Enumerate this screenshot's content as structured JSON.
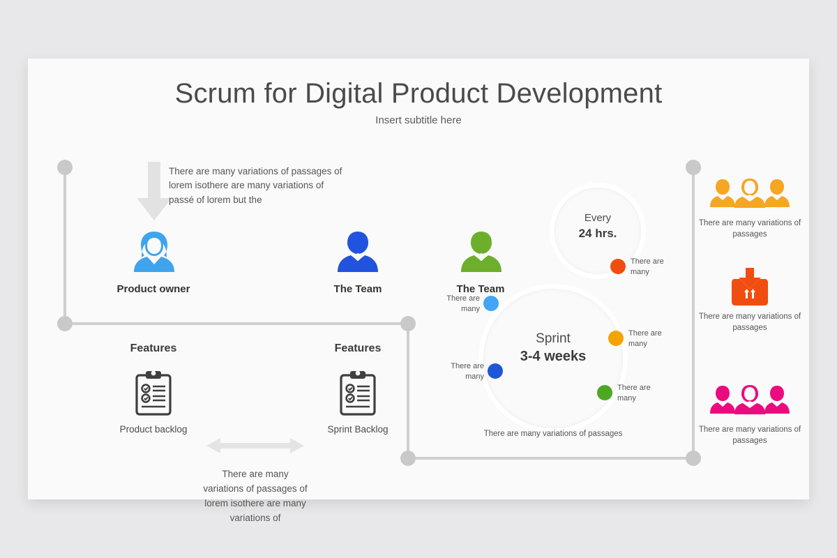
{
  "slide": {
    "title": "Scrum for Digital Product Development",
    "subtitle": "Insert subtitle here"
  },
  "intro_text": "There are many variations of passages of lorem isothere are many variations of passé of lorem but the",
  "roles": [
    {
      "label": "Product owner",
      "icon": "female-user-icon",
      "color": "#40A4EC"
    },
    {
      "label": "The Team",
      "icon": "male-user-icon",
      "color": "#2253DE"
    },
    {
      "label": "The Team",
      "icon": "male-user-icon",
      "color": "#6DAF2A"
    }
  ],
  "backlog": {
    "left_heading": "Features",
    "right_heading": "Features",
    "left_caption": "Product backlog",
    "right_caption": "Sprint Backlog",
    "middle_text": "There are many variations of passages of lorem isothere are many variations of",
    "arrow_icon": "double-arrow-icon",
    "clipboard_icon": "clipboard-checklist-icon"
  },
  "daily_ring": {
    "line1": "Every",
    "line2": "24 hrs.",
    "dot": {
      "label": "There are many",
      "color": "#F04E10"
    }
  },
  "sprint_ring": {
    "line1": "Sprint",
    "line2": "3-4 weeks",
    "caption": "There are many variations of passages",
    "dots": [
      {
        "label": "There are many",
        "color": "#42A5F5",
        "position": "top-left"
      },
      {
        "label": "There are many",
        "color": "#1E56D6",
        "position": "left"
      },
      {
        "label": "There are many",
        "color": "#F5A300",
        "position": "right"
      },
      {
        "label": "There are many",
        "color": "#4CA823",
        "position": "bottom-right"
      }
    ]
  },
  "right_column": [
    {
      "icon": "people-group-icon",
      "color": "#F5A623",
      "caption": "There are many variations of passages"
    },
    {
      "icon": "delivery-box-icon",
      "color": "#F04E10",
      "caption": "There are many variations of passages"
    },
    {
      "icon": "people-group-icon",
      "color": "#EC0B7F",
      "caption": "There are many variations of passages"
    }
  ],
  "colors": {
    "page_background": "#e8e8ea",
    "slide_background": "#fafafa",
    "connector": "#cfcfcf",
    "node": "#c9c9c9",
    "arrow_gray": "#e2e2e2"
  }
}
